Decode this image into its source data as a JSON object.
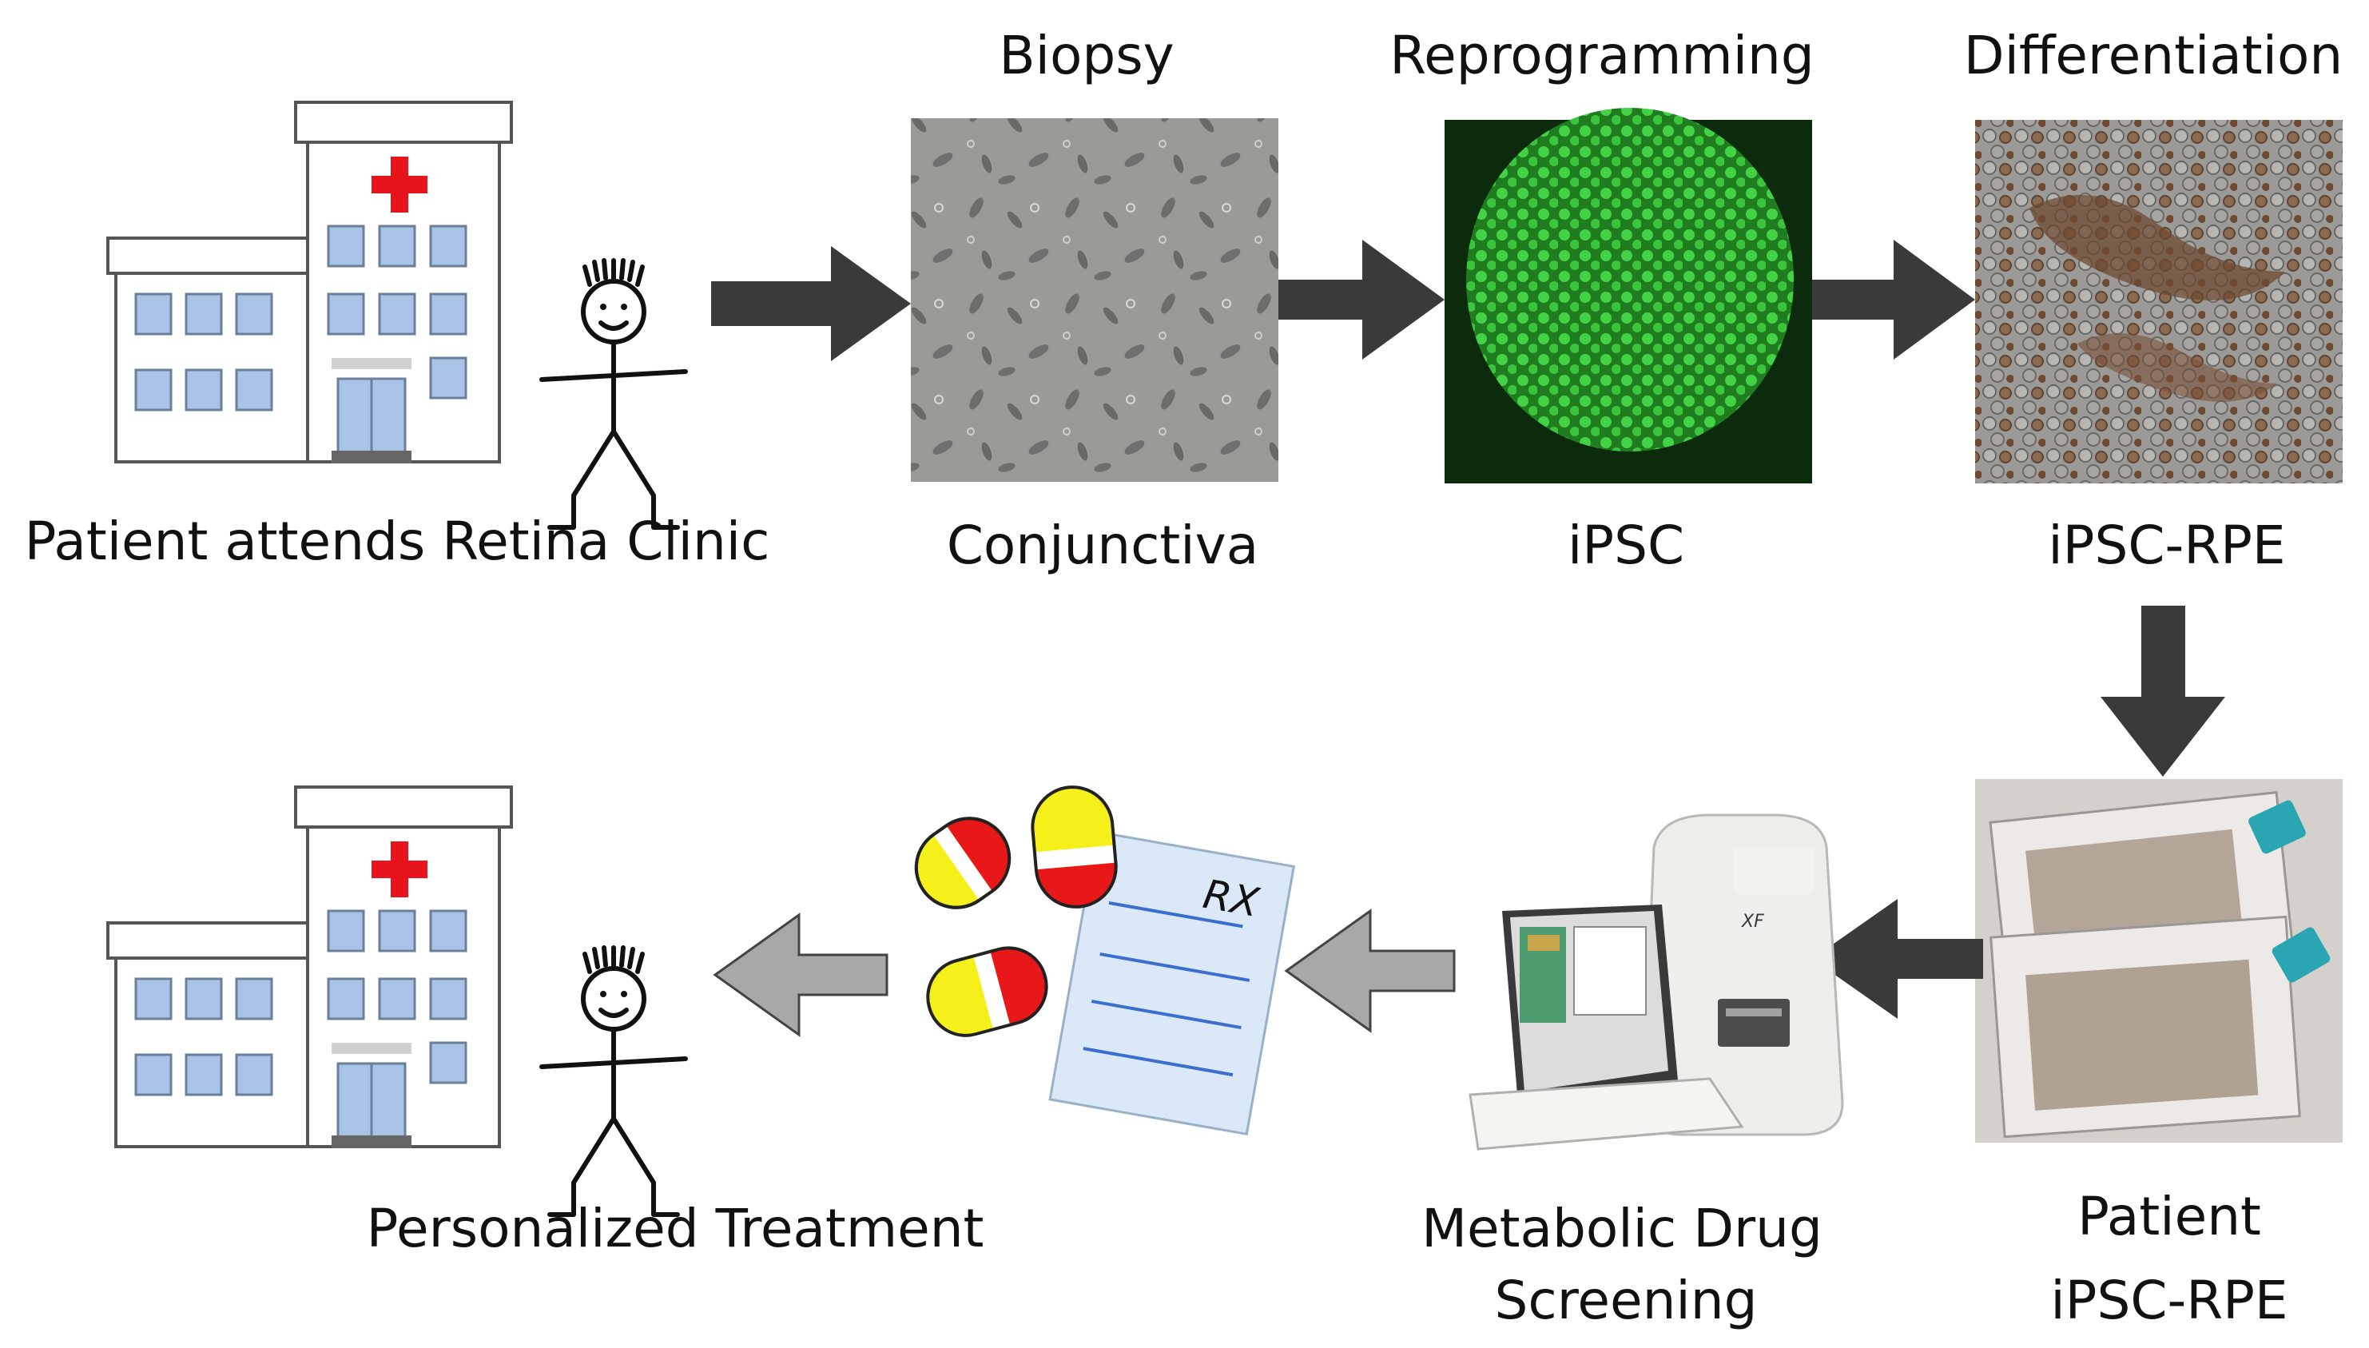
{
  "labels": {
    "biopsy": "Biopsy",
    "reprogramming": "Reprogramming",
    "differentiation": "Differentiation",
    "patient_clinic": "Patient attends Retina Clinic",
    "conjunctiva": "Conjunctiva",
    "ipsc": "iPSC",
    "ipsc_rpe": "iPSC-RPE",
    "personalized_treatment": "Personalized Treatment",
    "metabolic_line1": "Metabolic Drug",
    "metabolic_line2": "Screening",
    "patient_line1": "Patient",
    "patient_line2": "iPSC-RPE",
    "rx": "RX",
    "device_brand": "XF"
  },
  "colors": {
    "dark_arrow": "#3a3a3a",
    "light_arrow": "#a8a8a8",
    "red_cross": "#e8141c",
    "window_blue": "#a9c3e6",
    "ipsc_green": "#39c43c",
    "pill_red": "#e81818",
    "pill_yellow": "#f5ef1a",
    "prescription_paper": "#dae8f8"
  }
}
